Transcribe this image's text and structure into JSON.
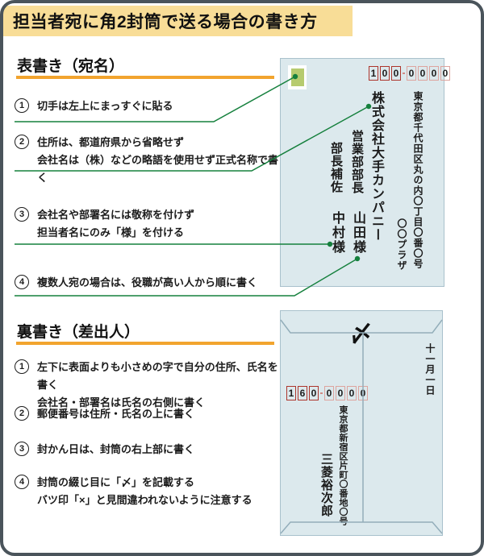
{
  "title": "担当者宛に角2封筒で送る場合の書き方",
  "sections": [
    {
      "heading": "表書き（宛名）",
      "items": [
        {
          "num": "1",
          "lines": [
            "切手は左上にまっすぐに貼る"
          ]
        },
        {
          "num": "2",
          "lines": [
            "住所は、都道府県から省略せず",
            "会社名は（株）などの略語を使用せず正式名称で書く"
          ]
        },
        {
          "num": "3",
          "lines": [
            "会社名や部署名には敬称を付けず",
            "担当者名にのみ「様」を付ける"
          ]
        },
        {
          "num": "4",
          "lines": [
            "複数人宛の場合は、役職が高い人から順に書く"
          ]
        }
      ]
    },
    {
      "heading": "裏書き（差出人）",
      "items": [
        {
          "num": "1",
          "lines": [
            "左下に表面よりも小さめの字で自分の住所、氏名を書く",
            "会社名・部署名は氏名の右側に書く"
          ]
        },
        {
          "num": "2",
          "lines": [
            "郵便番号は住所・氏名の上に書く"
          ]
        },
        {
          "num": "3",
          "lines": [
            "封かん日は、封筒の右上部に書く"
          ]
        },
        {
          "num": "4",
          "lines": [
            "封筒の綴じ目に「〆」を記載する",
            "バツ印「×」と見間違われないように注意する"
          ]
        }
      ]
    }
  ],
  "front_envelope": {
    "postal_code": [
      "1",
      "0",
      "0",
      "0",
      "0",
      "0",
      "0"
    ],
    "address_line1": "東京都千代田区丸の内〇丁目〇番〇号",
    "address_line2": "〇〇プラザ",
    "company": "株式会社大手カンパニー",
    "recipient1_title": "営業部部長",
    "recipient1_name": "山田様",
    "recipient2_title": "部長補佐",
    "recipient2_name": "中村様"
  },
  "back_envelope": {
    "date": "十一月一日",
    "postal_code": [
      "1",
      "6",
      "0",
      "0",
      "0",
      "0",
      "0"
    ],
    "address": "東京都新宿区片町〇番地〇号",
    "sender_name": "三菱裕次郎",
    "seal_mark": "〆"
  },
  "colors": {
    "title_band": "#f8dd97",
    "section_rule_orange": "#f2a42e",
    "connector_green": "#15803d",
    "envelope_fill": "#dce9ed",
    "envelope_border": "#a9c1cc",
    "stamp_green": "#b6cb6f",
    "postal_frame_dark": "#ad352c",
    "postal_frame_light": "#dda49e",
    "card_border": "#4a545b"
  }
}
